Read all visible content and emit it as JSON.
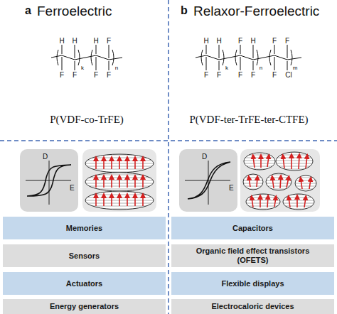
{
  "diagram": {
    "nodes": [
      {
        "text": [
          "D",
          "E"
        ]
      },
      {
        "text": [
          "D",
          "E"
        ]
      },
      {
        "text": [
          "Memories"
        ]
      },
      {
        "text": [
          "Capacitors"
        ]
      },
      {
        "text": [
          "Sensors"
        ]
      },
      {
        "text": [
          "Organic field effect transistors (OFETS)"
        ]
      },
      {
        "text": [
          "Actuators"
        ]
      },
      {
        "text": [
          "Flexible displays"
        ]
      },
      {
        "text": [
          "Energy generators"
        ]
      },
      {
        "text": [
          "Electrocaloric devices"
        ]
      }
    ],
    "labels": [
      "a",
      "Ferroelectric",
      "P(VDF-co-TrFE)",
      "b",
      "Relaxor-Ferroelectric",
      "P(VDF-ter-TrFE-ter-CTFE)",
      "H",
      "F",
      "H",
      "F",
      "H",
      "F",
      "F",
      "F",
      "k",
      "n",
      "H",
      "F",
      "H",
      "F",
      "F",
      "F",
      "H",
      "F",
      "F",
      "F",
      "F",
      "Cl",
      "k",
      "n",
      "m"
    ]
  }
}
